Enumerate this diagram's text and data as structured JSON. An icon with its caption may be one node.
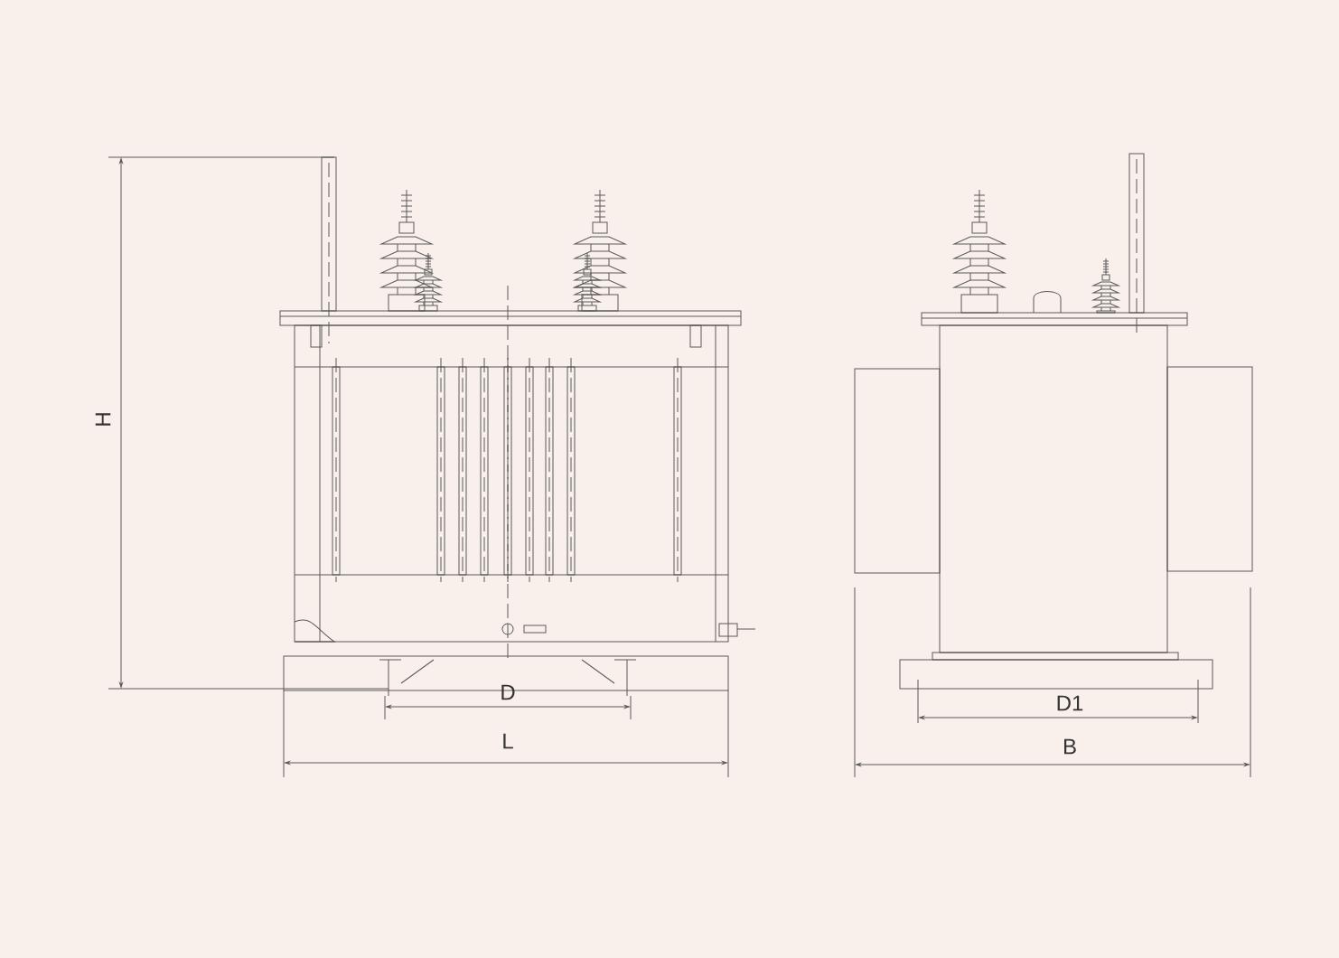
{
  "diagram": {
    "labels": [
      "H",
      "D",
      "L",
      "D1",
      "B"
    ]
  }
}
